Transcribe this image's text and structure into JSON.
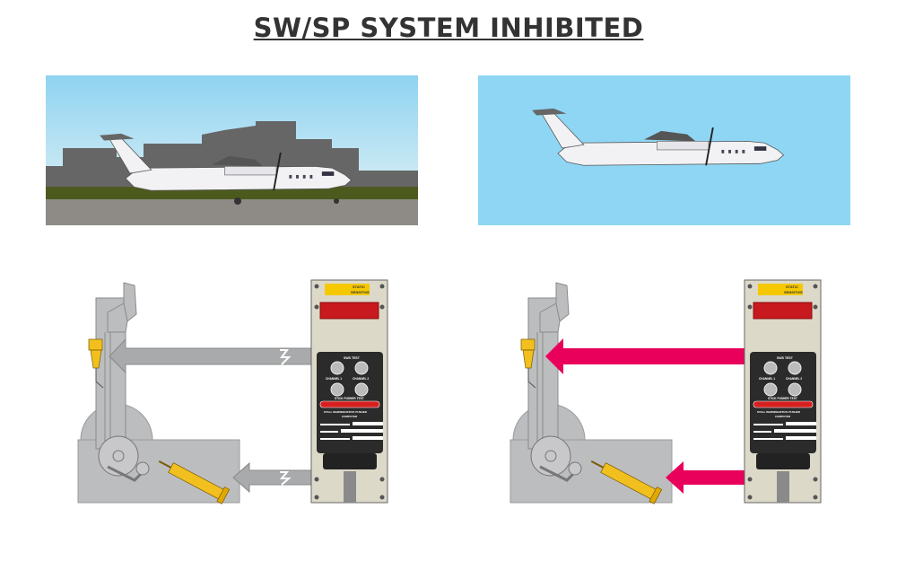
{
  "title": "SW/SP SYSTEM INHIBITED",
  "panel": {
    "warning_label_line1": "STATIC",
    "warning_label_line2": "SENSITIVE",
    "sws_test": "SWS TEST",
    "channel_1": "CHANNEL 1",
    "channel_2": "CHANNEL 2",
    "stick_pusher_test": "STICK PUSHER TEST",
    "computer_name_line1": "STALL WARNING/STICK PUSHER",
    "computer_name_line2": "COMPUTER"
  },
  "colors": {
    "inhibited_arrow": "#a9aaac",
    "active_arrow": "#e8005a",
    "sky": "#8fd6f4",
    "actuator": "#f2c01e"
  }
}
